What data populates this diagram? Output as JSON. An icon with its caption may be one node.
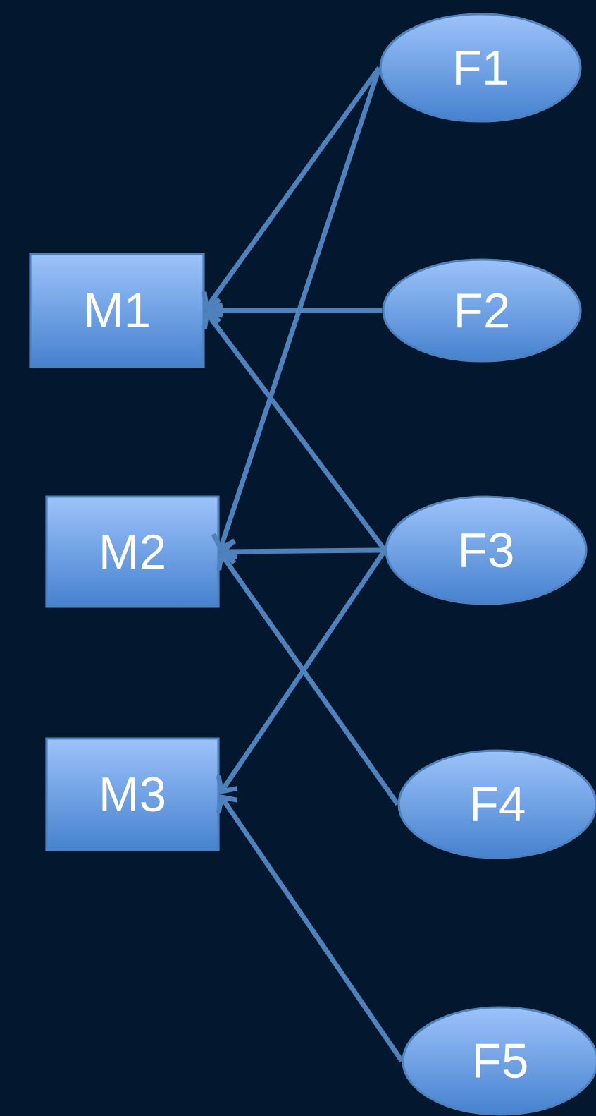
{
  "diagram": {
    "nodes": [
      {
        "text": [
          "M1"
        ]
      },
      {
        "text": [
          "M2"
        ]
      },
      {
        "text": [
          "M3"
        ]
      },
      {
        "text": [
          "F1"
        ]
      },
      {
        "text": [
          "F2"
        ]
      },
      {
        "text": [
          "F3"
        ]
      },
      {
        "text": [
          "F4"
        ]
      },
      {
        "text": [
          "F5"
        ]
      }
    ],
    "edges": [
      {
        "from": 3,
        "to": 0,
        "arrow": "to"
      },
      {
        "from": 3,
        "to": 1,
        "arrow": "to"
      },
      {
        "from": 4,
        "to": 0,
        "arrow": "to"
      },
      {
        "from": 5,
        "to": 0,
        "arrow": "to"
      },
      {
        "from": 5,
        "to": 1,
        "arrow": "to"
      },
      {
        "from": 5,
        "to": 2,
        "arrow": "to"
      },
      {
        "from": 6,
        "to": 1,
        "arrow": "to"
      },
      {
        "from": 7,
        "to": 2,
        "arrow": "to"
      }
    ]
  }
}
